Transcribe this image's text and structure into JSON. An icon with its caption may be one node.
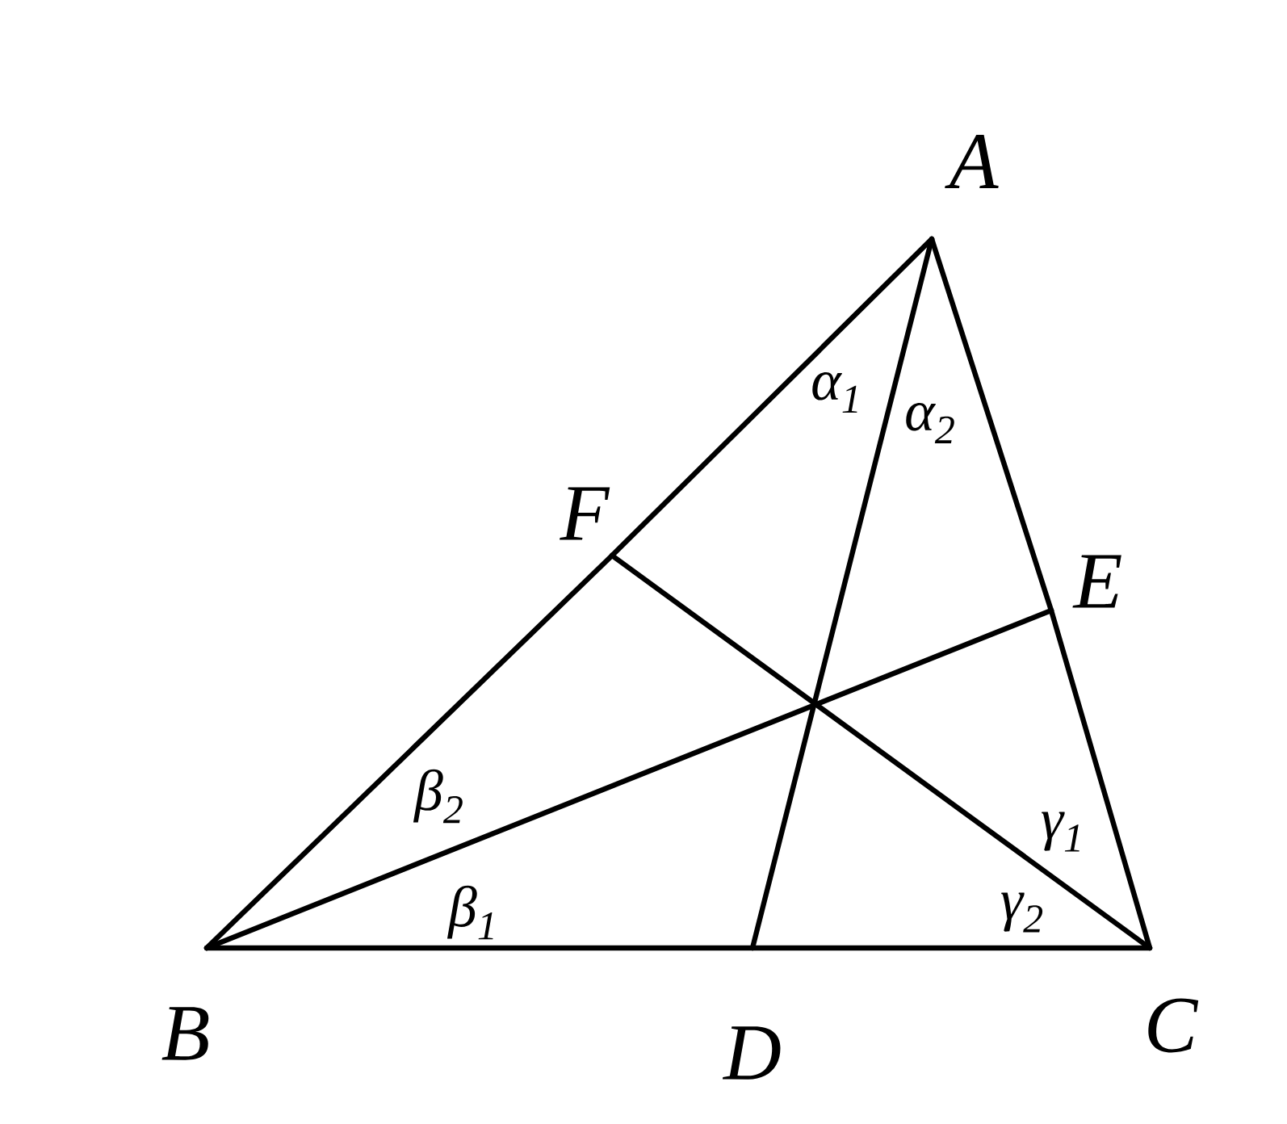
{
  "diagram": {
    "nodes": [
      {
        "text": [],
        "shape": "point",
        "beside": [
          "A"
        ]
      },
      {
        "text": [],
        "shape": "point",
        "beside": [
          "B"
        ]
      },
      {
        "text": [],
        "shape": "point",
        "beside": [
          "C"
        ]
      },
      {
        "text": [],
        "shape": "point",
        "beside": [
          "D"
        ]
      },
      {
        "text": [],
        "shape": "point",
        "beside": [
          "E"
        ]
      },
      {
        "text": [],
        "shape": "point",
        "beside": [
          "F"
        ]
      }
    ],
    "edges": [
      {
        "from": 1,
        "to": 3,
        "arrow": "none"
      },
      {
        "from": 3,
        "to": 2,
        "arrow": "none"
      },
      {
        "from": 2,
        "to": 4,
        "arrow": "none"
      },
      {
        "from": 4,
        "to": 0,
        "arrow": "none"
      },
      {
        "from": 0,
        "to": 5,
        "arrow": "none"
      },
      {
        "from": 5,
        "to": 1,
        "arrow": "none"
      },
      {
        "from": 0,
        "to": 3,
        "arrow": "none"
      },
      {
        "from": 1,
        "to": 4,
        "arrow": "none"
      },
      {
        "from": 2,
        "to": 5,
        "arrow": "none"
      }
    ],
    "labels": [
      "α$_{1}$",
      "α$_{2}$",
      "β$_{2}$",
      "β$_{1}$",
      "γ$_{1}$",
      "γ$_{2}$"
    ]
  }
}
